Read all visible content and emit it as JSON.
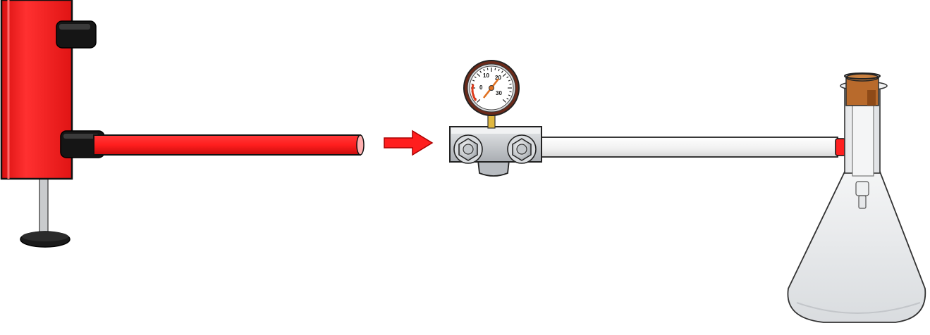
{
  "diagram": {
    "components": [
      {
        "id": "pump",
        "label": "",
        "color": "#ff2020"
      },
      {
        "id": "red-hose",
        "label": "",
        "color": "#ff2020"
      },
      {
        "id": "flow-arrow",
        "label": "",
        "color": "#ff2020"
      },
      {
        "id": "manifold-block",
        "label": "",
        "color": "#c8ccd0"
      },
      {
        "id": "pressure-gauge",
        "label": ""
      },
      {
        "id": "white-tube",
        "label": "",
        "color": "#f2f2f2"
      },
      {
        "id": "flask",
        "label": ""
      }
    ],
    "gauge": {
      "tick_labels": [
        "0",
        "10",
        "20",
        "30"
      ],
      "accent": "#e07020",
      "rim": "#8a3a20"
    }
  }
}
